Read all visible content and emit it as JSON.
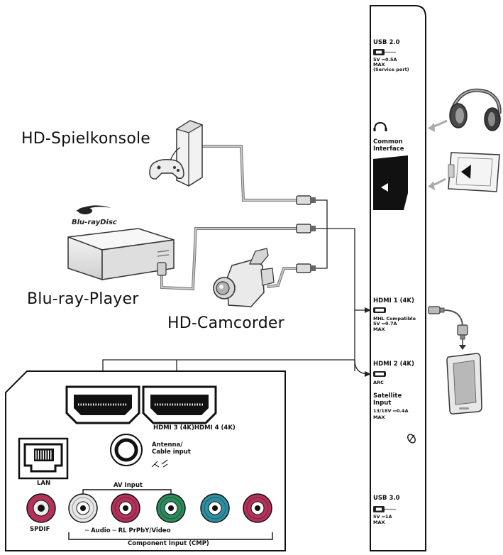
{
  "devices": {
    "console_label": "HD-Spielkonsole",
    "bluray_label": "Blu-ray-Player",
    "camcorder_label": "HD-Camcorder",
    "bluray_logo_text": "Blu-rayDisc"
  },
  "side_panel": {
    "usb2_title": "USB 2.0",
    "usb2_rating": "5V ⎓0.5A",
    "usb2_max": "MAX",
    "usb2_note": "(Service port)",
    "common_interface_line1": "Common",
    "common_interface_line2": "Interface",
    "hdmi1_title": "HDMI 1 (4K)",
    "hdmi1_note": "MHL Compatible",
    "hdmi1_rating": "5V ⎓0.7A",
    "hdmi1_max": "MAX",
    "hdmi2_title": "HDMI 2 (4K)",
    "hdmi2_note": "ARC",
    "satellite_line1": "Satellite",
    "satellite_line2": "Input",
    "satellite_rating": "13/18V ⎓0.4A",
    "satellite_max": "MAX",
    "usb3_title": "USB 3.0",
    "usb3_rating": "5V ⎓1A",
    "usb3_max": "MAX"
  },
  "back_panel": {
    "hdmi_label": "HDMI 3 (4K)HDMI 4 (4K)",
    "antenna_line1": "Antenna/",
    "antenna_line2": "Cable input",
    "lan_label": "LAN",
    "av_input_label": "AV Input",
    "spdif_label": "SPDIF",
    "audio_row_label": "─ Audio ─ RL PrPbY/Video",
    "component_label": "Component Input (CMP)"
  },
  "colors": {
    "line": "#111111",
    "cable": "#9a9a9a",
    "jack_red": "#b3325a",
    "jack_green": "#2f8a5b",
    "jack_teal": "#2f8fa0",
    "jack_white": "#e6e6e6"
  }
}
